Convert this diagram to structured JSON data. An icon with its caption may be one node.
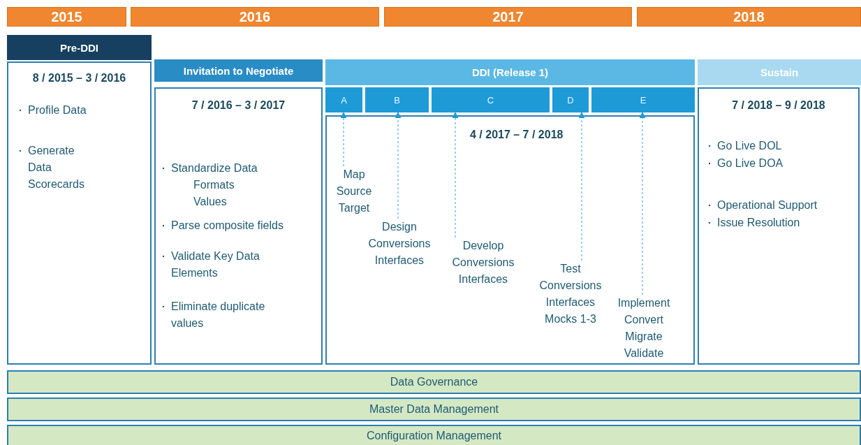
{
  "diagram": {
    "nodes": [
      {
        "text": [
          "2015"
        ]
      },
      {
        "text": [
          "2016"
        ]
      },
      {
        "text": [
          "2017"
        ]
      },
      {
        "text": [
          "2018"
        ]
      },
      {
        "text": [
          "Pre-DDI"
        ]
      },
      {
        "text": [
          "8 / 2015 – 3 / 2016",
          "Profile Data",
          "Generate Data Scorecards"
        ]
      },
      {
        "text": [
          "Invitation to Negotiate"
        ]
      },
      {
        "text": [
          "7 / 2016 – 3 / 2017",
          "Standardize Data",
          "Formats",
          "Values",
          "Parse composite fields",
          "Validate Key Data Elements",
          "Eliminate duplicate values"
        ]
      },
      {
        "text": [
          "DDI (Release 1)"
        ]
      },
      {
        "text": [
          "A"
        ]
      },
      {
        "text": [
          "B"
        ]
      },
      {
        "text": [
          "C"
        ]
      },
      {
        "text": [
          "D"
        ]
      },
      {
        "text": [
          "E"
        ]
      },
      {
        "text": [
          "4 / 2017 – 7 / 2018"
        ]
      },
      {
        "text": [
          "Map Source Target"
        ],
        "in": 14
      },
      {
        "text": [
          "Design Conversions Interfaces"
        ],
        "in": 14
      },
      {
        "text": [
          "Develop Conversions Interfaces"
        ],
        "in": 14
      },
      {
        "text": [
          "Test Conversions Interfaces Mocks 1-3"
        ],
        "in": 14
      },
      {
        "text": [
          "Implement Convert Migrate Validate"
        ],
        "in": 14
      },
      {
        "text": [
          "Sustain"
        ]
      },
      {
        "text": [
          "7 / 2018 – 9 / 2018",
          "Go Live DOL",
          "Go Live DOA",
          "Operational Support",
          "Issue Resolution"
        ]
      },
      {
        "text": [
          "Data Governance"
        ]
      },
      {
        "text": [
          "Master Data Management"
        ]
      },
      {
        "text": [
          "Configuration Management"
        ]
      }
    ],
    "edges": [
      {
        "from": 15,
        "to": 9,
        "arrow": "to",
        "style": "dashed"
      },
      {
        "from": 16,
        "to": 10,
        "arrow": "to",
        "style": "dashed"
      },
      {
        "from": 17,
        "to": 11,
        "arrow": "to",
        "style": "dashed"
      },
      {
        "from": 18,
        "to": 12,
        "arrow": "to",
        "style": "dashed"
      },
      {
        "from": 19,
        "to": 13,
        "arrow": "to",
        "style": "dashed"
      }
    ]
  }
}
